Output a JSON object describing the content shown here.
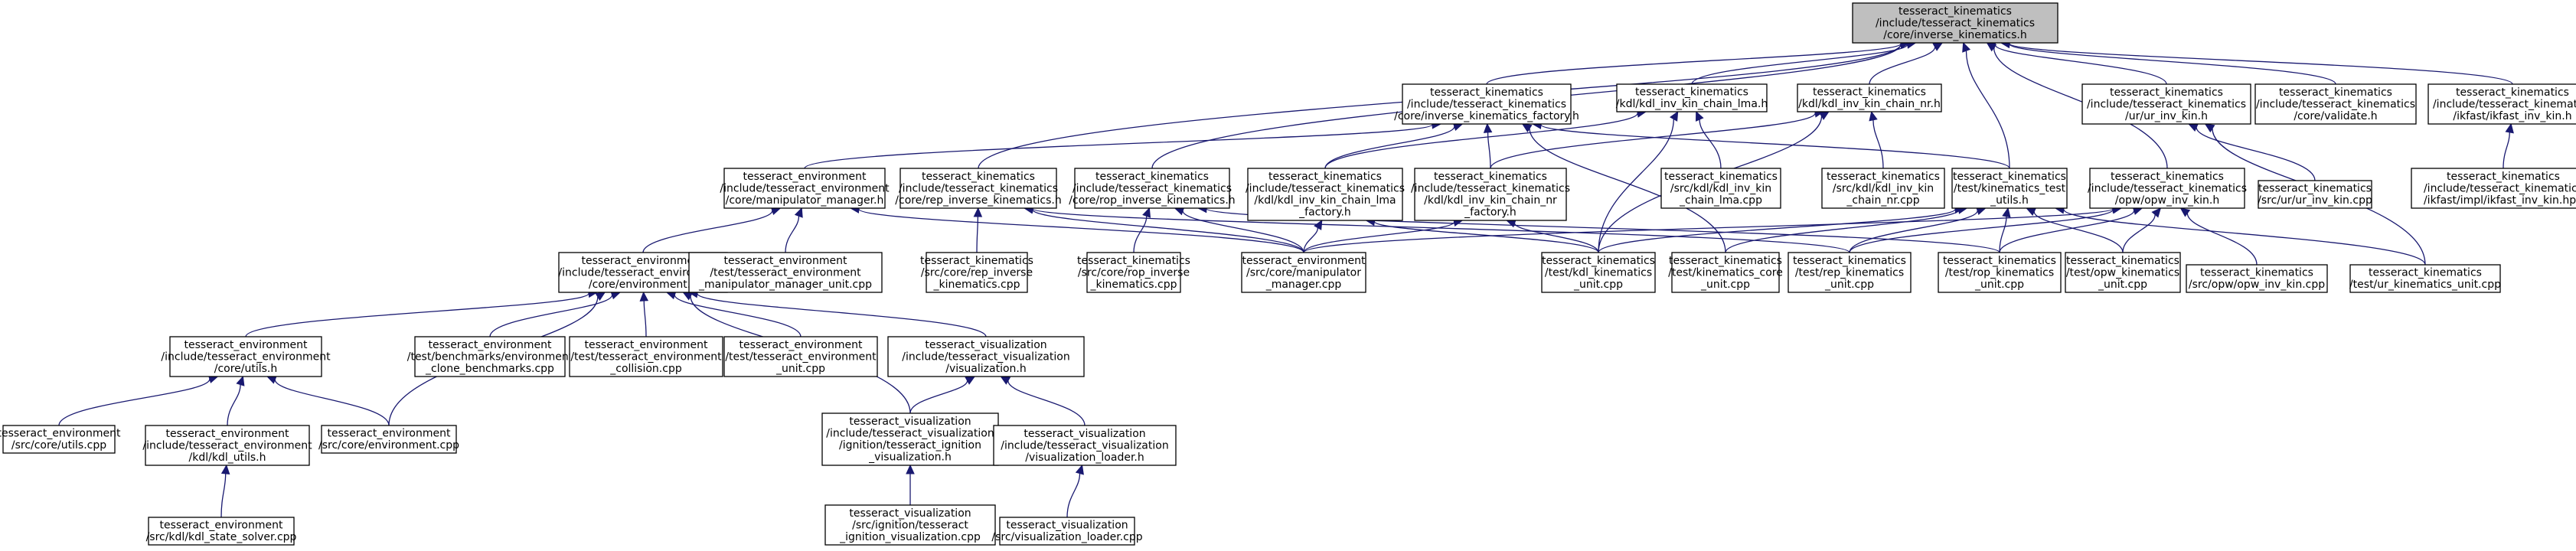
{
  "nodes": [
    {
      "id": "root",
      "lines": [
        "tesseract_kinematics",
        "/include/tesseract_kinematics",
        "/core/inverse_kinematics.h"
      ]
    },
    {
      "id": "ikf",
      "lines": [
        "tesseract_kinematics",
        "/include/tesseract_kinematics",
        "/core/inverse_kinematics_factory.h"
      ]
    },
    {
      "id": "lma_h",
      "lines": [
        "tesseract_kinematics",
        "/kdl/kdl_inv_kin_chain_lma.h"
      ]
    },
    {
      "id": "nr_h",
      "lines": [
        "tesseract_kinematics",
        "/kdl/kdl_inv_kin_chain_nr.h"
      ]
    },
    {
      "id": "ur_h",
      "lines": [
        "tesseract_kinematics",
        "/include/tesseract_kinematics",
        "/ur/ur_inv_kin.h"
      ]
    },
    {
      "id": "validate",
      "lines": [
        "tesseract_kinematics",
        "/include/tesseract_kinematics",
        "/core/validate.h"
      ]
    },
    {
      "id": "ikfast_h",
      "lines": [
        "tesseract_kinematics",
        "/include/tesseract_kinematics",
        "/ikfast/ikfast_inv_kin.h"
      ]
    },
    {
      "id": "manip_h",
      "lines": [
        "tesseract_environment",
        "/include/tesseract_environment",
        "/core/manipulator_manager.h"
      ]
    },
    {
      "id": "rep_h",
      "lines": [
        "tesseract_kinematics",
        "/include/tesseract_kinematics",
        "/core/rep_inverse_kinematics.h"
      ]
    },
    {
      "id": "rop_h",
      "lines": [
        "tesseract_kinematics",
        "/include/tesseract_kinematics",
        "/core/rop_inverse_kinematics.h"
      ]
    },
    {
      "id": "lma_factory",
      "lines": [
        "tesseract_kinematics",
        "/include/tesseract_kinematics",
        "/kdl/kdl_inv_kin_chain_lma",
        "_factory.h"
      ]
    },
    {
      "id": "nr_factory",
      "lines": [
        "tesseract_kinematics",
        "/include/tesseract_kinematics",
        "/kdl/kdl_inv_kin_chain_nr",
        "_factory.h"
      ]
    },
    {
      "id": "lma_cpp",
      "lines": [
        "tesseract_kinematics",
        "/src/kdl/kdl_inv_kin",
        "_chain_lma.cpp"
      ]
    },
    {
      "id": "nr_cpp",
      "lines": [
        "tesseract_kinematics",
        "/src/kdl/kdl_inv_kin",
        "_chain_nr.cpp"
      ]
    },
    {
      "id": "test_utils",
      "lines": [
        "tesseract_kinematics",
        "/test/kinematics_test",
        "_utils.h"
      ]
    },
    {
      "id": "opw_h",
      "lines": [
        "tesseract_kinematics",
        "/include/tesseract_kinematics",
        "/opw/opw_inv_kin.h"
      ]
    },
    {
      "id": "ur_cpp",
      "lines": [
        "tesseract_kinematics",
        "/src/ur/ur_inv_kin.cpp"
      ]
    },
    {
      "id": "ikfast_hpp",
      "lines": [
        "tesseract_kinematics",
        "/include/tesseract_kinematics",
        "/ikfast/impl/ikfast_inv_kin.hpp"
      ]
    },
    {
      "id": "env_h",
      "lines": [
        "tesseract_environment",
        "/include/tesseract_environment",
        "/core/environment.h"
      ]
    },
    {
      "id": "manip_unit",
      "lines": [
        "tesseract_environment",
        "/test/tesseract_environment",
        "_manipulator_manager_unit.cpp"
      ]
    },
    {
      "id": "rep_cpp",
      "lines": [
        "tesseract_kinematics",
        "/src/core/rep_inverse",
        "_kinematics.cpp"
      ]
    },
    {
      "id": "rop_cpp",
      "lines": [
        "tesseract_kinematics",
        "/src/core/rop_inverse",
        "_kinematics.cpp"
      ]
    },
    {
      "id": "manip_cpp",
      "lines": [
        "tesseract_environment",
        "/src/core/manipulator",
        "_manager.cpp"
      ]
    },
    {
      "id": "kdl_unit",
      "lines": [
        "tesseract_kinematics",
        "/test/kdl_kinematics",
        "_unit.cpp"
      ]
    },
    {
      "id": "core_unit",
      "lines": [
        "tesseract_kinematics",
        "/test/kinematics_core",
        "_unit.cpp"
      ]
    },
    {
      "id": "rep_unit",
      "lines": [
        "tesseract_kinematics",
        "/test/rep_kinematics",
        "_unit.cpp"
      ]
    },
    {
      "id": "rop_unit",
      "lines": [
        "tesseract_kinematics",
        "/test/rop_kinematics",
        "_unit.cpp"
      ]
    },
    {
      "id": "opw_unit",
      "lines": [
        "tesseract_kinematics",
        "/test/opw_kinematics",
        "_unit.cpp"
      ]
    },
    {
      "id": "opw_cpp",
      "lines": [
        "tesseract_kinematics",
        "/src/opw/opw_inv_kin.cpp"
      ]
    },
    {
      "id": "ur_unit",
      "lines": [
        "tesseract_kinematics",
        "/test/ur_kinematics_unit.cpp"
      ]
    },
    {
      "id": "utils_h",
      "lines": [
        "tesseract_environment",
        "/include/tesseract_environment",
        "/core/utils.h"
      ]
    },
    {
      "id": "clone_bench",
      "lines": [
        "tesseract_environment",
        "/test/benchmarks/environment",
        "_clone_benchmarks.cpp"
      ]
    },
    {
      "id": "collision_cpp",
      "lines": [
        "tesseract_environment",
        "/test/tesseract_environment",
        "_collision.cpp"
      ]
    },
    {
      "id": "env_unit",
      "lines": [
        "tesseract_environment",
        "/test/tesseract_environment",
        "_unit.cpp"
      ]
    },
    {
      "id": "vis_h",
      "lines": [
        "tesseract_visualization",
        "/include/tesseract_visualization",
        "/visualization.h"
      ]
    },
    {
      "id": "utils_cpp",
      "lines": [
        "tesseract_environment",
        "/src/core/utils.cpp"
      ]
    },
    {
      "id": "kdl_utils_h",
      "lines": [
        "tesseract_environment",
        "/include/tesseract_environment",
        "/kdl/kdl_utils.h"
      ]
    },
    {
      "id": "env_cpp",
      "lines": [
        "tesseract_environment",
        "/src/core/environment.cpp"
      ]
    },
    {
      "id": "ign_h",
      "lines": [
        "tesseract_visualization",
        "/include/tesseract_visualization",
        "/ignition/tesseract_ignition",
        "_visualization.h"
      ]
    },
    {
      "id": "vis_loader_h",
      "lines": [
        "tesseract_visualization",
        "/include/tesseract_visualization",
        "/visualization_loader.h"
      ]
    },
    {
      "id": "state_solver",
      "lines": [
        "tesseract_environment",
        "/src/kdl/kdl_state_solver.cpp"
      ]
    },
    {
      "id": "ign_cpp",
      "lines": [
        "tesseract_visualization",
        "/src/ignition/tesseract",
        "_ignition_visualization.cpp"
      ]
    },
    {
      "id": "vis_loader_cpp",
      "lines": [
        "tesseract_visualization",
        "/src/visualization_loader.cpp"
      ]
    }
  ],
  "edges": [
    [
      "ikf",
      "root"
    ],
    [
      "lma_h",
      "root"
    ],
    [
      "nr_h",
      "root"
    ],
    [
      "ur_h",
      "root"
    ],
    [
      "validate",
      "root"
    ],
    [
      "ikfast_h",
      "root"
    ],
    [
      "rep_h",
      "root"
    ],
    [
      "rop_h",
      "root"
    ],
    [
      "test_utils",
      "root"
    ],
    [
      "opw_h",
      "root"
    ],
    [
      "manip_h",
      "ikf"
    ],
    [
      "lma_factory",
      "ikf"
    ],
    [
      "nr_factory",
      "ikf"
    ],
    [
      "test_utils",
      "ikf"
    ],
    [
      "core_unit",
      "ikf"
    ],
    [
      "lma_factory",
      "lma_h"
    ],
    [
      "lma_cpp",
      "lma_h"
    ],
    [
      "kdl_unit",
      "lma_h"
    ],
    [
      "nr_factory",
      "nr_h"
    ],
    [
      "nr_cpp",
      "nr_h"
    ],
    [
      "kdl_unit",
      "nr_h"
    ],
    [
      "ur_cpp",
      "ur_h"
    ],
    [
      "ur_unit",
      "ur_h"
    ],
    [
      "ikfast_hpp",
      "ikfast_h"
    ],
    [
      "env_h",
      "manip_h"
    ],
    [
      "manip_unit",
      "manip_h"
    ],
    [
      "manip_cpp",
      "manip_h"
    ],
    [
      "rep_cpp",
      "rep_h"
    ],
    [
      "manip_cpp",
      "rep_h"
    ],
    [
      "rep_unit",
      "rep_h"
    ],
    [
      "rop_cpp",
      "rop_h"
    ],
    [
      "manip_cpp",
      "rop_h"
    ],
    [
      "rop_unit",
      "rop_h"
    ],
    [
      "kdl_unit",
      "lma_factory"
    ],
    [
      "manip_cpp",
      "lma_factory"
    ],
    [
      "kdl_unit",
      "nr_factory"
    ],
    [
      "manip_cpp",
      "nr_factory"
    ],
    [
      "kdl_unit",
      "test_utils"
    ],
    [
      "core_unit",
      "test_utils"
    ],
    [
      "rep_unit",
      "test_utils"
    ],
    [
      "rop_unit",
      "test_utils"
    ],
    [
      "opw_unit",
      "test_utils"
    ],
    [
      "ur_unit",
      "test_utils"
    ],
    [
      "opw_cpp",
      "opw_h"
    ],
    [
      "opw_unit",
      "opw_h"
    ],
    [
      "manip_cpp",
      "opw_h"
    ],
    [
      "rep_unit",
      "opw_h"
    ],
    [
      "rop_unit",
      "opw_h"
    ],
    [
      "utils_h",
      "env_h"
    ],
    [
      "clone_bench",
      "env_h"
    ],
    [
      "collision_cpp",
      "env_h"
    ],
    [
      "env_unit",
      "env_h"
    ],
    [
      "vis_h",
      "env_h"
    ],
    [
      "ign_h",
      "env_h"
    ],
    [
      "env_cpp",
      "env_h"
    ],
    [
      "utils_cpp",
      "utils_h"
    ],
    [
      "kdl_utils_h",
      "utils_h"
    ],
    [
      "env_cpp",
      "utils_h"
    ],
    [
      "state_solver",
      "kdl_utils_h"
    ],
    [
      "ign_h",
      "vis_h"
    ],
    [
      "vis_loader_h",
      "vis_h"
    ],
    [
      "ign_cpp",
      "ign_h"
    ],
    [
      "vis_loader_cpp",
      "vis_loader_h"
    ]
  ]
}
